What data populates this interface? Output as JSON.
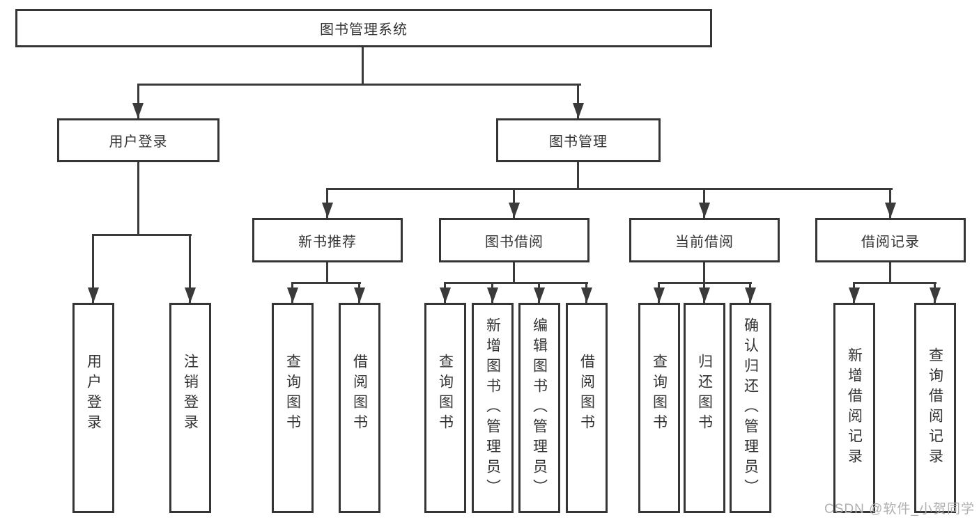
{
  "diagram": {
    "root": {
      "label": "图书管理系统"
    },
    "level2": [
      {
        "label": "用户登录"
      },
      {
        "label": "图书管理"
      }
    ],
    "level3": [
      {
        "label": "新书推荐"
      },
      {
        "label": "图书借阅"
      },
      {
        "label": "当前借阅"
      },
      {
        "label": "借阅记录"
      }
    ],
    "leaves": {
      "user_login": [
        "用户登录",
        "注销登录"
      ],
      "new_books": [
        "查询图书",
        "借阅图书"
      ],
      "borrow": [
        "查询图书",
        "新增图书（管理员）",
        "编辑图书（管理员）",
        "借阅图书"
      ],
      "current": [
        "查询图书",
        "归还图书",
        "确认归还（管理员）"
      ],
      "records": [
        "新增借阅记录",
        "查询借阅记录"
      ]
    },
    "watermark": "CSDN @软件_小贺同学",
    "colors": {
      "line": "#3a3a3a",
      "border": "#353535",
      "text": "#333333",
      "watermark": "#b0b0b0",
      "background": "#ffffff"
    }
  }
}
